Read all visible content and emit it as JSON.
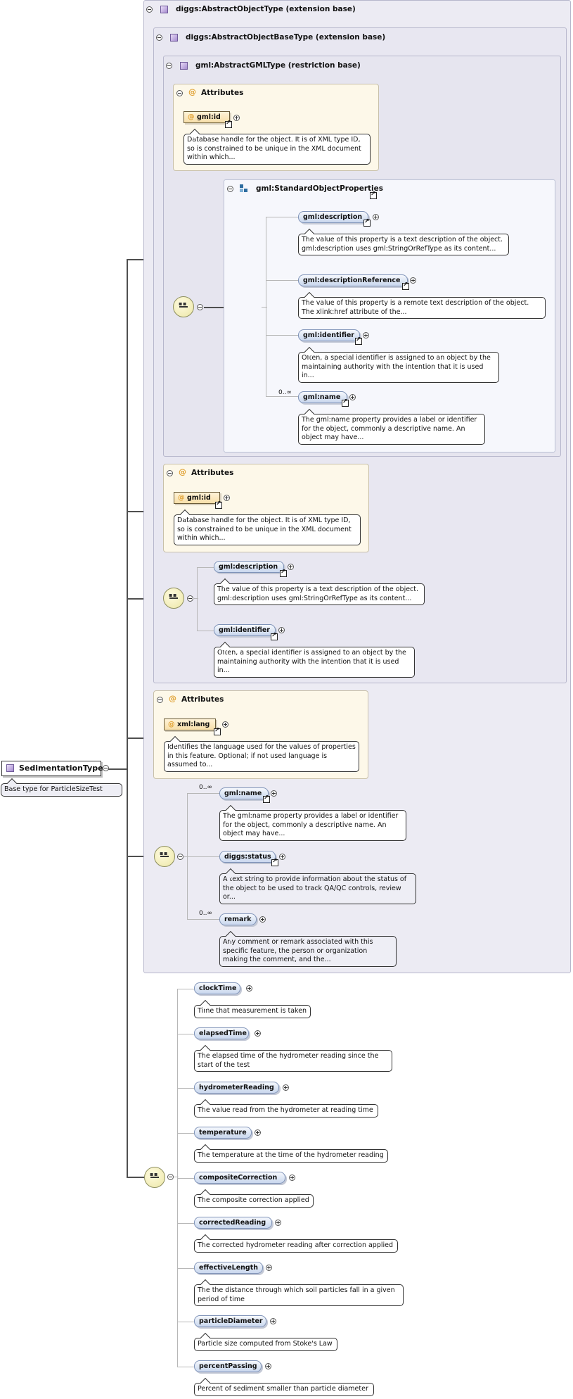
{
  "root": {
    "name": "SedimentationType",
    "doc": "Base type for ParticleSizeTest"
  },
  "abstract_object": {
    "title": "diggs:AbstractObjectType (extension base)"
  },
  "abstract_object_base": {
    "title": "diggs:AbstractObjectBaseType (extension base)"
  },
  "abstract_gml": {
    "title": "gml:AbstractGMLType (restriction base)"
  },
  "gml_attributes": {
    "title": "Attributes",
    "attr": "gml:id",
    "doc": "Database handle for the object. It is of XML type ID, so is constrained to be unique in the XML document within which..."
  },
  "standard_props": {
    "title": "gml:StandardObjectProperties",
    "items": [
      {
        "name": "gml:description",
        "doc": "The value of this property is a text description of the object. gml:description uses gml:StringOrRefType as its content..."
      },
      {
        "name": "gml:descriptionReference",
        "doc": "The value of this property is a remote text description of the object. The xlink:href attribute of the..."
      },
      {
        "name": "gml:identifier",
        "doc": "Often, a special identifier is assigned to an object by the maintaining authority with the intention that it is used in..."
      },
      {
        "name": "gml:name",
        "card": "0..∞",
        "doc": "The gml:name property provides a label or identifier for the object, commonly a descriptive name. An object may have..."
      }
    ]
  },
  "base_attributes": {
    "title": "Attributes",
    "attr": "gml:id",
    "doc": "Database handle for the object. It is of XML type ID, so is constrained to be unique in the XML document within which..."
  },
  "base_seq": [
    {
      "name": "gml:description",
      "doc": "The value of this property is a text description of the object. gml:description uses gml:StringOrRefType as its content..."
    },
    {
      "name": "gml:identifier",
      "doc": "Often, a special identifier is assigned to an object by the maintaining authority with the intention that it is used in..."
    }
  ],
  "obj_attributes": {
    "title": "Attributes",
    "attr": "xml:lang",
    "doc": "Identifies the language used for the values of properties in this feature. Optional; if not used language is assumed to..."
  },
  "obj_seq": [
    {
      "name": "gml:name",
      "card": "0..∞",
      "doc": "The gml:name property provides a label or identifier for the object, commonly a descriptive name. An object may have..."
    },
    {
      "name": "diggs:status",
      "doc": "A text string to provide information about the status of the object to be used to track QA/QC controls, review or..."
    },
    {
      "name": "remark",
      "card": "0..∞",
      "doc": "Any comment or remark associated with this specific feature, the person or organization making the comment, and the..."
    }
  ],
  "main_seq": [
    {
      "name": "clockTime",
      "doc": "Time that measurement is taken"
    },
    {
      "name": "elapsedTime",
      "doc": "The elapsed time of the hydrometer reading since the start of the test"
    },
    {
      "name": "hydrometerReading",
      "doc": "The value read from the hydrometer at reading time"
    },
    {
      "name": "temperature",
      "doc": "The temperature at the time of the hydrometer reading"
    },
    {
      "name": "compositeCorrection",
      "doc": "The composite correction applied"
    },
    {
      "name": "correctedReading",
      "doc": "The corrected hydrometer reading after correction applied"
    },
    {
      "name": "effectiveLength",
      "doc": "The the distance through which soil particles fall in a given period of time"
    },
    {
      "name": "particleDiameter",
      "doc": "Particle size computed from Stoke's Law"
    },
    {
      "name": "percentPassing",
      "doc": "Percent of sediment smaller than particle diameter"
    }
  ],
  "icons": {
    "complex_type": "complex-type-icon",
    "attribute": "attribute-icon",
    "group": "group-icon",
    "sequence": "sequence-icon",
    "collapse": "collapse-icon",
    "expand": "expand-icon",
    "reference": "reference-arrow-icon"
  }
}
